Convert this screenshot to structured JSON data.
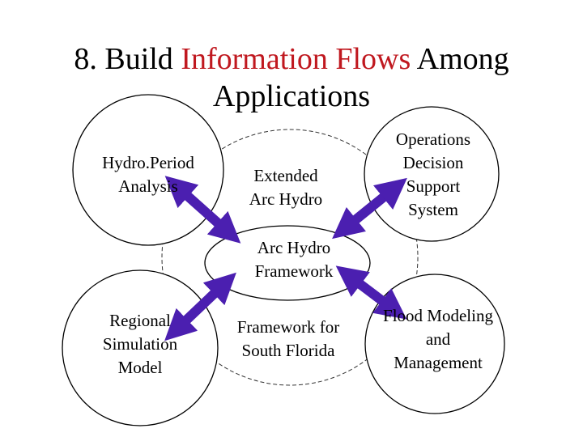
{
  "slide": {
    "title": {
      "prefix": "8. Build ",
      "highlight": "Information Flows",
      "suffix": " Among",
      "line2": "Applications",
      "highlight_color": "#c0181f"
    }
  },
  "diagram": {
    "nodes": {
      "hydroperiod": {
        "lines": [
          "Hydro.Period",
          "Analysis"
        ]
      },
      "operations": {
        "lines": [
          "Operations",
          "Decision",
          "Support",
          "System"
        ]
      },
      "regional": {
        "lines": [
          "Regional",
          "Simulation",
          "Model"
        ]
      },
      "flood": {
        "lines": [
          "Flood Modeling",
          "and",
          "Management"
        ]
      },
      "framework": {
        "lines": [
          "Arc Hydro",
          "Framework"
        ]
      }
    },
    "region_labels": {
      "extended": {
        "lines": [
          "Extended",
          "Arc Hydro"
        ]
      },
      "south_florida": {
        "lines": [
          "Framework for",
          "South Florida"
        ]
      }
    },
    "arrow_color": "#4b1fb0"
  }
}
